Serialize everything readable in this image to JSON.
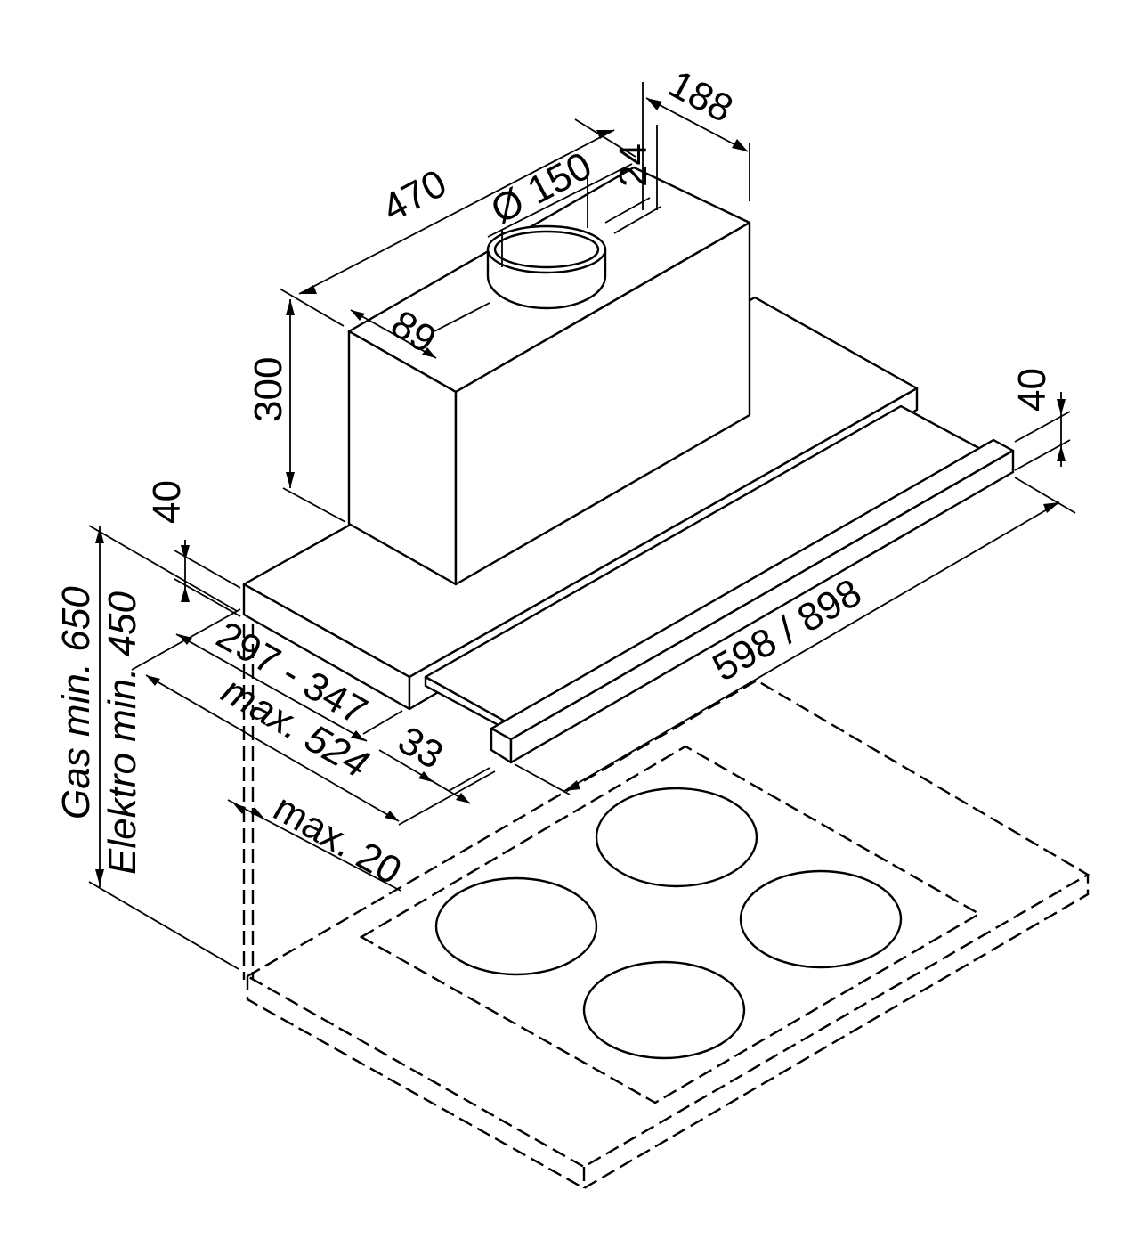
{
  "dimensions": {
    "depth_top": "188",
    "width_box": "470",
    "duct_diameter": "Ø 150",
    "duct_offset_top": "24",
    "duct_offset_front": "89",
    "box_height": "300",
    "front_height": "40",
    "side_height": "40",
    "extension": "297 - 347",
    "max_depth": "max. 524",
    "front_strip": "33",
    "max_overhang": "max. 20",
    "width": "598 / 898"
  },
  "clearances": {
    "gas": "Gas min. 650",
    "electric": "Elektro min. 450"
  }
}
